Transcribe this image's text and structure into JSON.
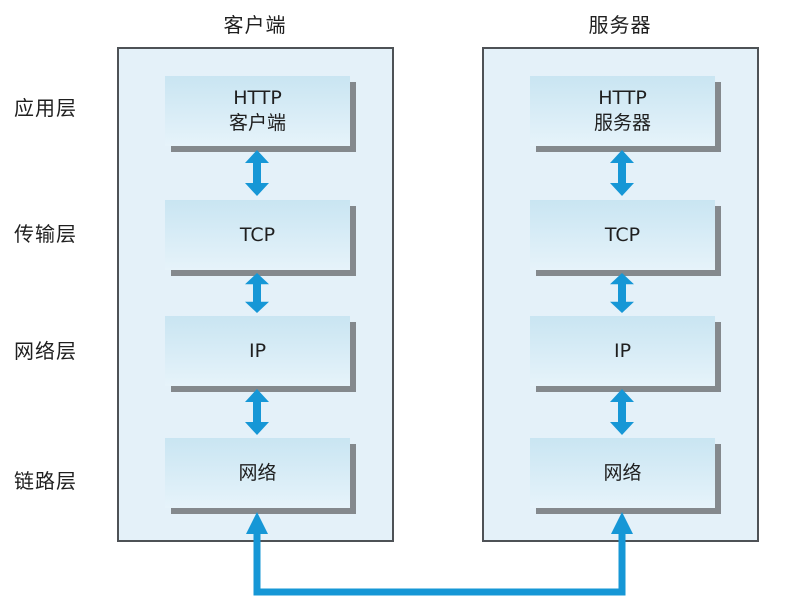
{
  "diagram": {
    "client_column": {
      "title": "客户端",
      "boxes": [
        {
          "line1": "HTTP",
          "line2": "客户端"
        },
        {
          "line1": "TCP",
          "line2": ""
        },
        {
          "line1": "IP",
          "line2": ""
        },
        {
          "line1": "网络",
          "line2": ""
        }
      ]
    },
    "server_column": {
      "title": "服务器",
      "boxes": [
        {
          "line1": "HTTP",
          "line2": "服务器"
        },
        {
          "line1": "TCP",
          "line2": ""
        },
        {
          "line1": "IP",
          "line2": ""
        },
        {
          "line1": "网络",
          "line2": ""
        }
      ]
    },
    "layer_labels": [
      "应用层",
      "传输层",
      "网络层",
      "链路层"
    ],
    "colors": {
      "arrow_blue": "#1697d6",
      "container_fill": "#e4f1f9",
      "container_border": "#4e5256",
      "box_fill_top": "#c9e5f2",
      "box_fill_bottom": "#e6f3fa",
      "box_shadow_gray": "#84898d",
      "text": "#1f1f1f"
    }
  }
}
